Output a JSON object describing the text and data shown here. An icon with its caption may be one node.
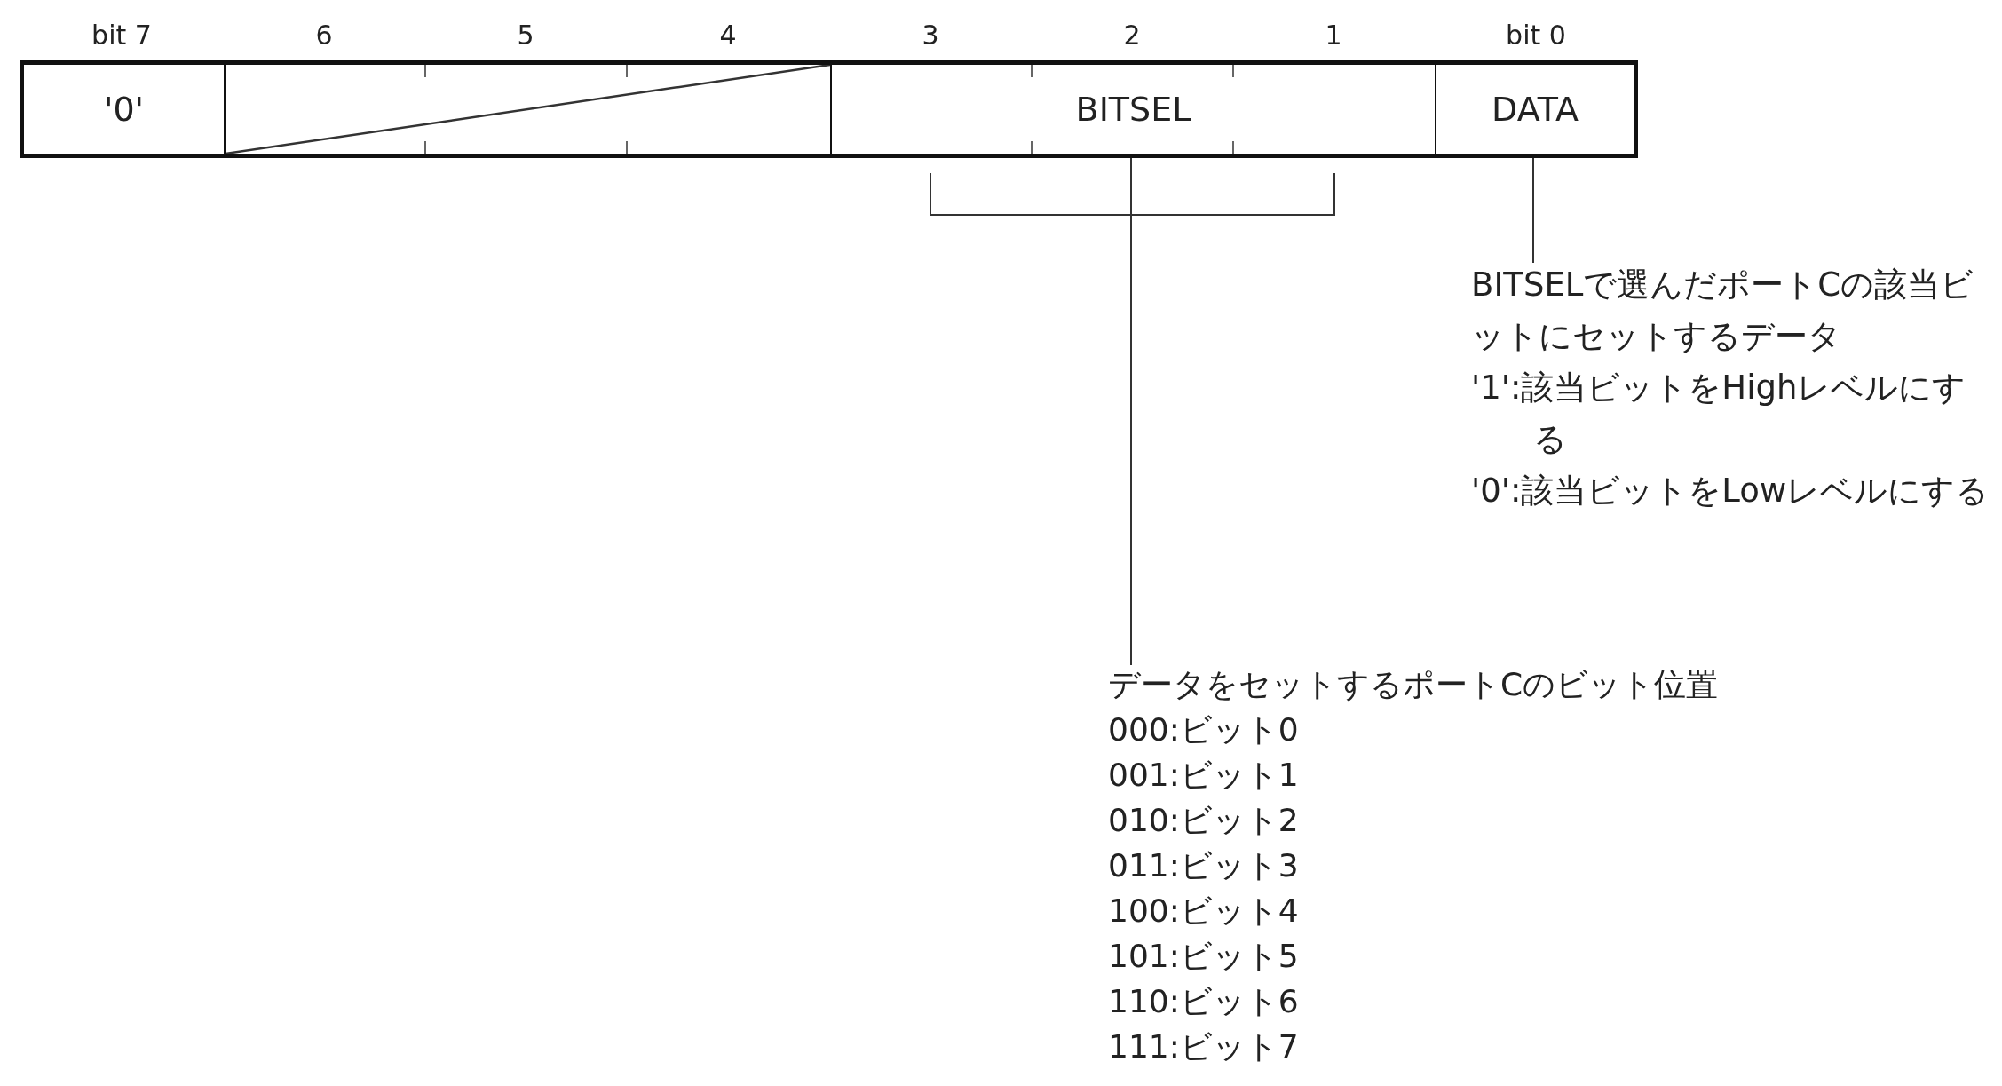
{
  "diagram": {
    "nodes": [
      {
        "text": [
          "'0'"
        ]
      },
      {
        "text": [],
        "shape": "box"
      },
      {
        "text": [
          "BITSEL"
        ]
      },
      {
        "text": [
          "DATA"
        ]
      },
      {
        "text": [
          "BITSELで選んだポートCの該当ビットにセットするデータ",
          "'1':該当ビットをHighレベルにする",
          "'0':該当ビットをLowレベルにする"
        ]
      },
      {
        "text": [
          "データをセットするポートCのビット位置",
          "000:ビット0",
          "001:ビット1",
          "010:ビット2",
          "011:ビット3",
          "100:ビット4",
          "101:ビット5",
          "110:ビット6",
          "111:ビット7"
        ]
      }
    ],
    "edges": [
      {
        "from": 4,
        "to": 3,
        "arrow": "none"
      },
      {
        "from": 5,
        "to": 2,
        "arrow": "none"
      }
    ],
    "labels": [
      "bit 7",
      "6",
      "5",
      "4",
      "3",
      "2",
      "1",
      "bit 0"
    ]
  }
}
